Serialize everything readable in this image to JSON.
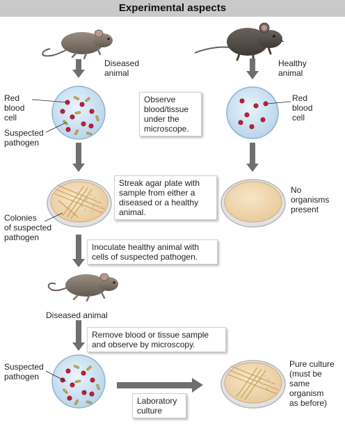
{
  "title": "Experimental aspects",
  "labels": {
    "diseased_animal_top": "Diseased\nanimal",
    "healthy_animal": "Healthy\nanimal",
    "red_blood_cell_left": "Red\nblood\ncell",
    "suspected_pathogen_top": "Suspected\npathogen",
    "red_blood_cell_right": "Red\nblood\ncell",
    "no_organisms": "No\norganisms\npresent",
    "colonies": "Colonies\nof suspected\npathogen",
    "diseased_animal_mid": "Diseased animal",
    "suspected_pathogen_bottom": "Suspected\npathogen",
    "pure_culture": "Pure culture\n(must be\nsame\norganism\nas before)"
  },
  "steps": {
    "observe": "Observe\nblood/tissue\nunder the\nmicroscope.",
    "streak": "Streak agar plate with\nsample from either a\ndiseased or a healthy\nanimal.",
    "inoculate": "Inoculate healthy animal with\ncells of suspected pathogen.",
    "remove": "Remove blood or tissue sample\nand observe by microscopy.",
    "lab_culture": "Laboratory\nculture"
  },
  "colors": {
    "header_bg": "#c9c9c9",
    "arrow": "#6f6f6f",
    "slide_fill": "#cfe3f3",
    "red_cell": "#c0203a",
    "pathogen": "#b9a04a",
    "agar": "#f0d7ad"
  }
}
